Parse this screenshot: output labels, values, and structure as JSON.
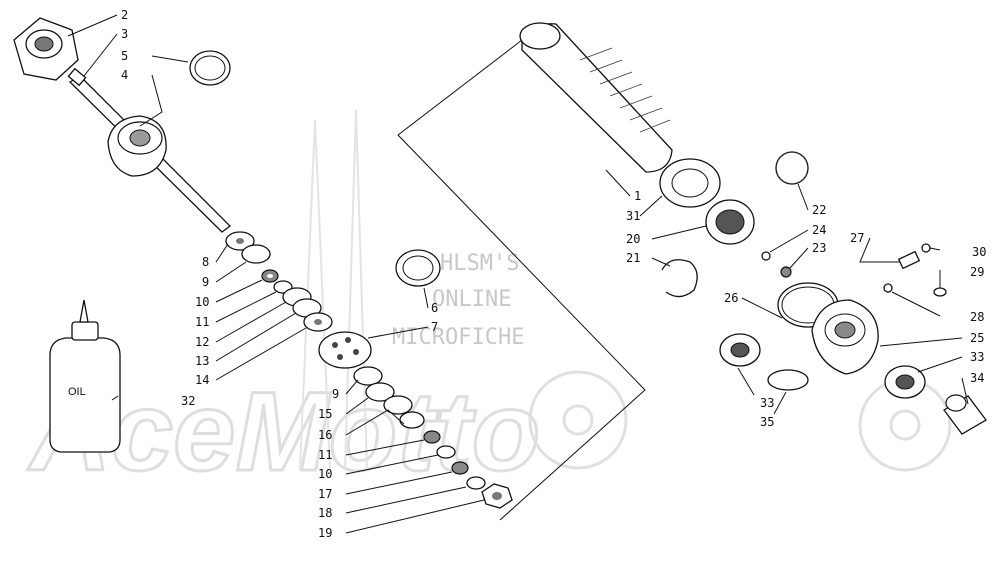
{
  "watermark": {
    "lines": [
      "HLSM'S",
      "ONLINE",
      "MICROFICHE"
    ],
    "brand": "AceMotto"
  },
  "oil_bottle_label": "OIL",
  "callouts": [
    "2",
    "3",
    "5",
    "4",
    "8",
    "9",
    "10",
    "11",
    "12",
    "13",
    "14",
    "32",
    "6",
    "7",
    "9",
    "15",
    "16",
    "11",
    "10",
    "17",
    "18",
    "19",
    "1",
    "31",
    "20",
    "21",
    "22",
    "24",
    "23",
    "26",
    "27",
    "30",
    "29",
    "28",
    "25",
    "33",
    "33",
    "35",
    "34"
  ]
}
